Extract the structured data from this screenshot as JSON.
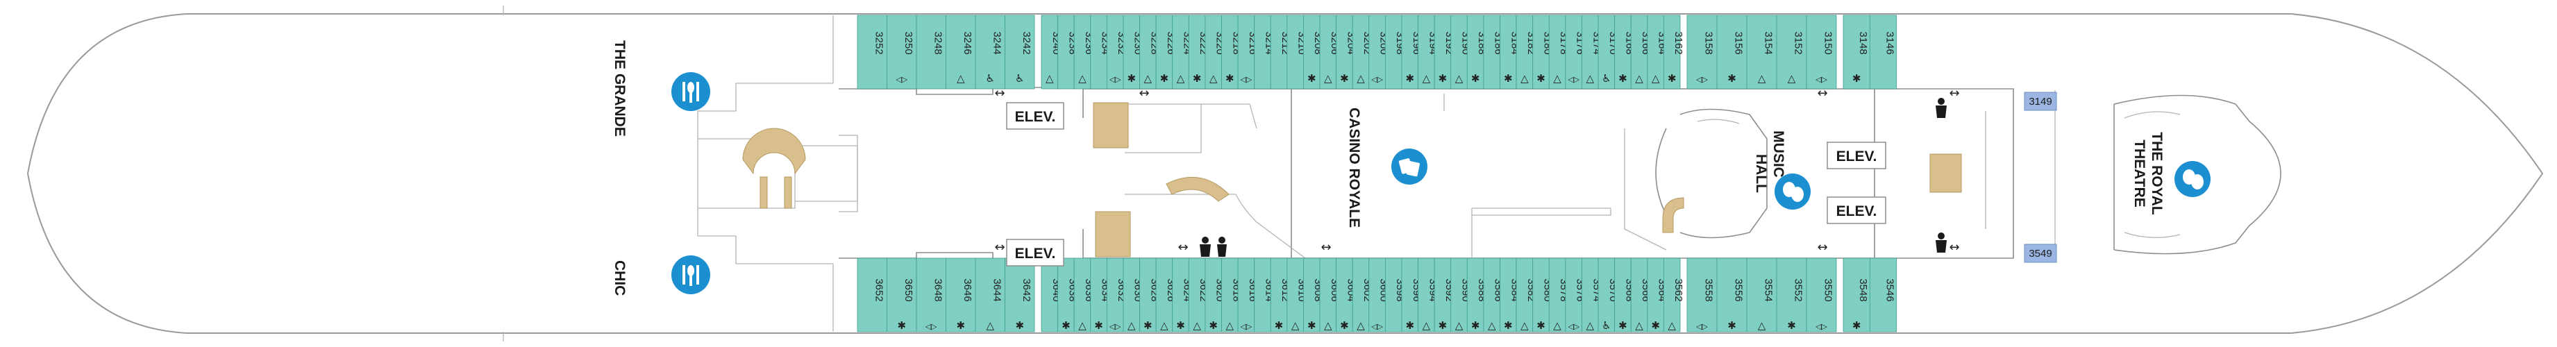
{
  "colors": {
    "cabin_fill": "#7fd0c2",
    "cabin_stroke": "#3f9e91",
    "venue_icon": "#1b8fd0",
    "stairs": "#d9bf8c",
    "accessible_fill": "#9bb6e3",
    "outline": "#9a9a9a"
  },
  "symbols": {
    "connecting": "◁▷",
    "sofa_bed": "✱",
    "triangle": "△",
    "accessible": "♿",
    "restroom_icon": "restroom-icon",
    "dining_icon": "dining-icon",
    "casino_icon": "casino-icon",
    "theatre_icon": "theatre-icon"
  },
  "venues": [
    {
      "id": "the-grande",
      "label": "THE GRANDE",
      "icon": "dining-icon"
    },
    {
      "id": "chic",
      "label": "CHIC",
      "icon": "dining-icon"
    },
    {
      "id": "casino-royale",
      "label": "CASINO ROYALE",
      "icon": "casino-icon"
    },
    {
      "id": "music-hall-1",
      "label": "MUSIC",
      "icon": "theatre-icon"
    },
    {
      "id": "music-hall-2",
      "label": "HALL",
      "icon": ""
    },
    {
      "id": "royal-theatre-1",
      "label": "THE ROYAL",
      "icon": "theatre-icon"
    },
    {
      "id": "royal-theatre-2",
      "label": "THEATRE",
      "icon": ""
    }
  ],
  "elevators": [
    {
      "id": "elev-1",
      "label": "ELEV."
    },
    {
      "id": "elev-2",
      "label": "ELEV."
    },
    {
      "id": "elev-3",
      "label": "ELEV."
    },
    {
      "id": "elev-4",
      "label": "ELEV."
    }
  ],
  "room_labels": [
    {
      "id": "3149",
      "label": "3149"
    },
    {
      "id": "3549",
      "label": "3549"
    }
  ],
  "cabins": {
    "top": [
      {
        "num": "3252",
        "sym": ""
      },
      {
        "num": "3250",
        "sym": "connecting"
      },
      {
        "num": "3248",
        "sym": ""
      },
      {
        "num": "3246",
        "sym": "triangle"
      },
      {
        "num": "3244",
        "sym": "accessible"
      },
      {
        "num": "3242",
        "sym": "accessible"
      },
      {
        "num": "3240",
        "sym": "triangle"
      },
      {
        "num": "3238",
        "sym": ""
      },
      {
        "num": "3236",
        "sym": "triangle"
      },
      {
        "num": "3234",
        "sym": ""
      },
      {
        "num": "3232",
        "sym": "connecting"
      },
      {
        "num": "3230",
        "sym": "sofa_bed"
      },
      {
        "num": "3228",
        "sym": "triangle"
      },
      {
        "num": "3226",
        "sym": "sofa_bed"
      },
      {
        "num": "3224",
        "sym": "triangle"
      },
      {
        "num": "3222",
        "sym": "sofa_bed"
      },
      {
        "num": "3220",
        "sym": "triangle"
      },
      {
        "num": "3218",
        "sym": "sofa_bed"
      },
      {
        "num": "3216",
        "sym": "connecting"
      },
      {
        "num": "3214",
        "sym": ""
      },
      {
        "num": "3212",
        "sym": ""
      },
      {
        "num": "3210",
        "sym": ""
      },
      {
        "num": "3208",
        "sym": "sofa_bed"
      },
      {
        "num": "3206",
        "sym": "triangle"
      },
      {
        "num": "3204",
        "sym": "sofa_bed"
      },
      {
        "num": "3202",
        "sym": "triangle"
      },
      {
        "num": "3200",
        "sym": "connecting"
      },
      {
        "num": "3198",
        "sym": ""
      },
      {
        "num": "3196",
        "sym": "sofa_bed"
      },
      {
        "num": "3194",
        "sym": "triangle"
      },
      {
        "num": "3192",
        "sym": "sofa_bed"
      },
      {
        "num": "3190",
        "sym": "triangle"
      },
      {
        "num": "3188",
        "sym": "sofa_bed"
      },
      {
        "num": "3186",
        "sym": ""
      },
      {
        "num": "3184",
        "sym": "sofa_bed"
      },
      {
        "num": "3182",
        "sym": "triangle"
      },
      {
        "num": "3180",
        "sym": "sofa_bed"
      },
      {
        "num": "3178",
        "sym": "triangle"
      },
      {
        "num": "3176",
        "sym": "connecting"
      },
      {
        "num": "3174",
        "sym": "triangle"
      },
      {
        "num": "3170",
        "sym": "accessible"
      },
      {
        "num": "3168",
        "sym": "sofa_bed"
      },
      {
        "num": "3166",
        "sym": "triangle"
      },
      {
        "num": "3164",
        "sym": "triangle"
      },
      {
        "num": "3162",
        "sym": "sofa_bed"
      },
      {
        "num": "3158",
        "sym": "connecting"
      },
      {
        "num": "3156",
        "sym": "sofa_bed"
      },
      {
        "num": "3154",
        "sym": "triangle"
      },
      {
        "num": "3152",
        "sym": "triangle"
      },
      {
        "num": "3150",
        "sym": "connecting"
      },
      {
        "num": "3148",
        "sym": "sofa_bed"
      },
      {
        "num": "3146",
        "sym": ""
      }
    ],
    "bottom": [
      {
        "num": "3652",
        "sym": ""
      },
      {
        "num": "3650",
        "sym": "sofa_bed"
      },
      {
        "num": "3648",
        "sym": "connecting"
      },
      {
        "num": "3646",
        "sym": "sofa_bed"
      },
      {
        "num": "3644",
        "sym": "triangle"
      },
      {
        "num": "3642",
        "sym": "sofa_bed"
      },
      {
        "num": "3640",
        "sym": ""
      },
      {
        "num": "3638",
        "sym": "sofa_bed"
      },
      {
        "num": "3636",
        "sym": "triangle"
      },
      {
        "num": "3634",
        "sym": "sofa_bed"
      },
      {
        "num": "3632",
        "sym": "connecting"
      },
      {
        "num": "3630",
        "sym": "triangle"
      },
      {
        "num": "3628",
        "sym": "sofa_bed"
      },
      {
        "num": "3626",
        "sym": "triangle"
      },
      {
        "num": "3624",
        "sym": "sofa_bed"
      },
      {
        "num": "3622",
        "sym": "triangle"
      },
      {
        "num": "3620",
        "sym": "sofa_bed"
      },
      {
        "num": "3618",
        "sym": "triangle"
      },
      {
        "num": "3616",
        "sym": "connecting"
      },
      {
        "num": "3614",
        "sym": ""
      },
      {
        "num": "3612",
        "sym": "sofa_bed"
      },
      {
        "num": "3610",
        "sym": "triangle"
      },
      {
        "num": "3608",
        "sym": "sofa_bed"
      },
      {
        "num": "3606",
        "sym": "triangle"
      },
      {
        "num": "3604",
        "sym": "sofa_bed"
      },
      {
        "num": "3602",
        "sym": "triangle"
      },
      {
        "num": "3600",
        "sym": "connecting"
      },
      {
        "num": "3598",
        "sym": ""
      },
      {
        "num": "3596",
        "sym": "sofa_bed"
      },
      {
        "num": "3594",
        "sym": "triangle"
      },
      {
        "num": "3592",
        "sym": "sofa_bed"
      },
      {
        "num": "3590",
        "sym": "triangle"
      },
      {
        "num": "3588",
        "sym": "sofa_bed"
      },
      {
        "num": "3586",
        "sym": "triangle"
      },
      {
        "num": "3584",
        "sym": "sofa_bed"
      },
      {
        "num": "3582",
        "sym": "triangle"
      },
      {
        "num": "3580",
        "sym": "sofa_bed"
      },
      {
        "num": "3578",
        "sym": "triangle"
      },
      {
        "num": "3576",
        "sym": "connecting"
      },
      {
        "num": "3574",
        "sym": "triangle"
      },
      {
        "num": "3570",
        "sym": "accessible"
      },
      {
        "num": "3568",
        "sym": "sofa_bed"
      },
      {
        "num": "3566",
        "sym": "triangle"
      },
      {
        "num": "3564",
        "sym": "sofa_bed"
      },
      {
        "num": "3562",
        "sym": "triangle"
      },
      {
        "num": "3558",
        "sym": "connecting"
      },
      {
        "num": "3556",
        "sym": "sofa_bed"
      },
      {
        "num": "3554",
        "sym": "triangle"
      },
      {
        "num": "3552",
        "sym": "sofa_bed"
      },
      {
        "num": "3550",
        "sym": "connecting"
      },
      {
        "num": "3548",
        "sym": "sofa_bed"
      },
      {
        "num": "3546",
        "sym": ""
      }
    ]
  }
}
